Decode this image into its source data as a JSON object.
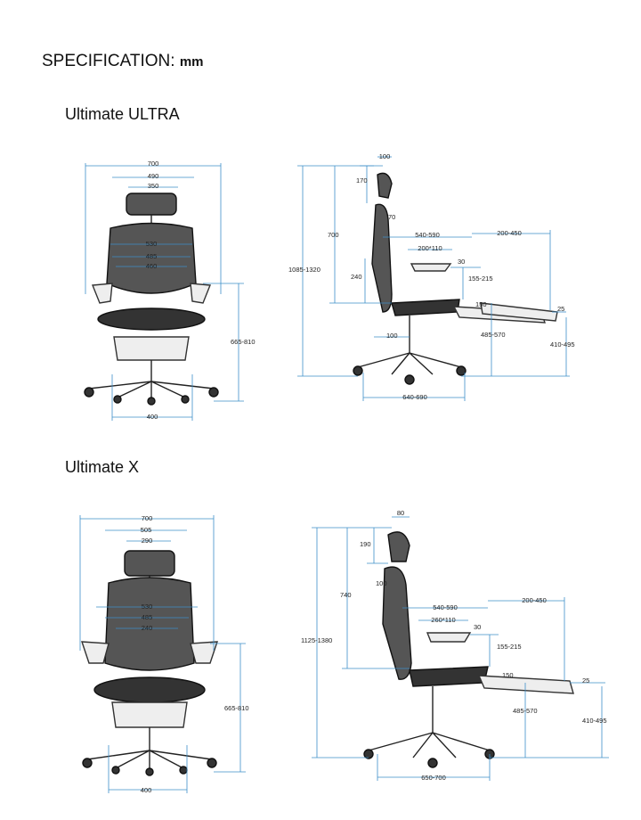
{
  "spec": {
    "label": "SPECIFICATION:",
    "unit": "mm"
  },
  "models": [
    {
      "name": "Ultimate ULTRA",
      "front": {
        "w_overall": "700",
        "w_head_outer": "490",
        "w_head_inner": "350",
        "w_back1": "530",
        "w_back2": "485",
        "w_back3": "460",
        "arm_height": "665-810",
        "base": "400"
      },
      "side": {
        "head_depth": "100",
        "head_drop": "170",
        "recline": "70",
        "back_h": "700",
        "overall_h": "1085-1320",
        "lumbar": "240",
        "seat_depth": "540-590",
        "lumbar_pad": "200*110",
        "footrest_ext": "200-450",
        "arm_angle": "30",
        "arm_h": "155-215",
        "seat_angle": "150",
        "foot_h": "25",
        "lumbar_gap": "100",
        "seat_h": "485-570",
        "foot_floor": "410-495",
        "base_depth": "640-690"
      }
    },
    {
      "name": "Ultimate X",
      "front": {
        "w_overall": "700",
        "w_head_outer": "505",
        "w_head_inner": "290",
        "w_back1": "530",
        "w_back2": "485",
        "w_back3": "240",
        "arm_height": "665-810",
        "base": "400"
      },
      "side": {
        "head_depth": "80",
        "head_drop": "190",
        "recline": "100",
        "back_h": "740",
        "overall_h": "1125-1380",
        "seat_depth": "540-590",
        "lumbar_pad": "260*110",
        "footrest_ext": "200-450",
        "arm_angle": "30",
        "arm_h": "155-215",
        "seat_angle": "150",
        "foot_h": "25",
        "seat_h": "485-570",
        "foot_floor": "410-495",
        "base_depth": "650-700"
      }
    }
  ],
  "colors": {
    "dimension": "#3d8fc9",
    "line": "#222222"
  }
}
